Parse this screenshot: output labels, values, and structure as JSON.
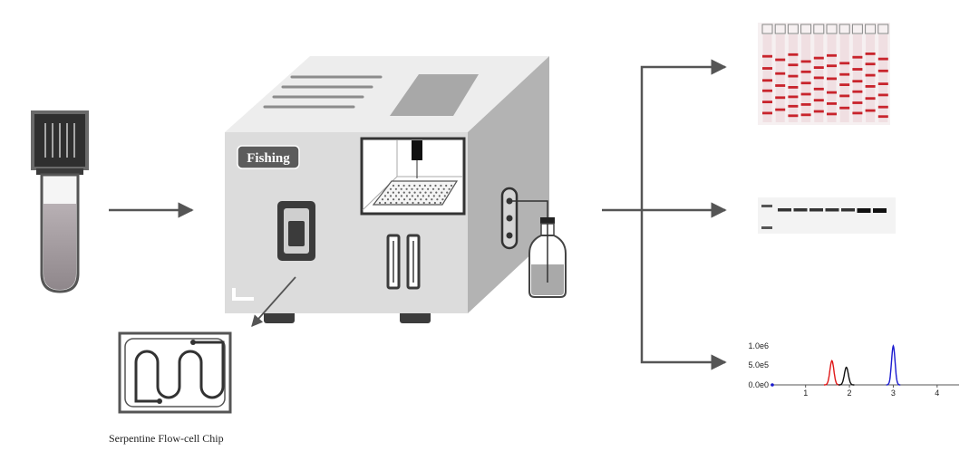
{
  "instrument": {
    "label": "Fishing"
  },
  "chip": {
    "caption": "Serpentine Flow-cell Chip"
  },
  "chromatogram": {
    "type": "line",
    "y_tick_labels": [
      "1.0e6",
      "5.0e5",
      "0.0e0"
    ],
    "x_tick_labels": [
      "1",
      "2",
      "3",
      "4"
    ],
    "x_range": [
      0.2,
      4.5
    ],
    "y_range": [
      0,
      1000000
    ],
    "series": [
      {
        "color": "#e01818",
        "peak_x": 1.6,
        "peak_y": 620000,
        "width": 0.045
      },
      {
        "color": "#111111",
        "peak_x": 1.93,
        "peak_y": 450000,
        "width": 0.045
      },
      {
        "color": "#1a1ad0",
        "peak_x": 3.0,
        "peak_y": 1000000,
        "width": 0.04
      }
    ]
  },
  "colors": {
    "gel_band": "#c8242c",
    "instrument_body": "#dcdcdc",
    "arrow": "#555555"
  }
}
